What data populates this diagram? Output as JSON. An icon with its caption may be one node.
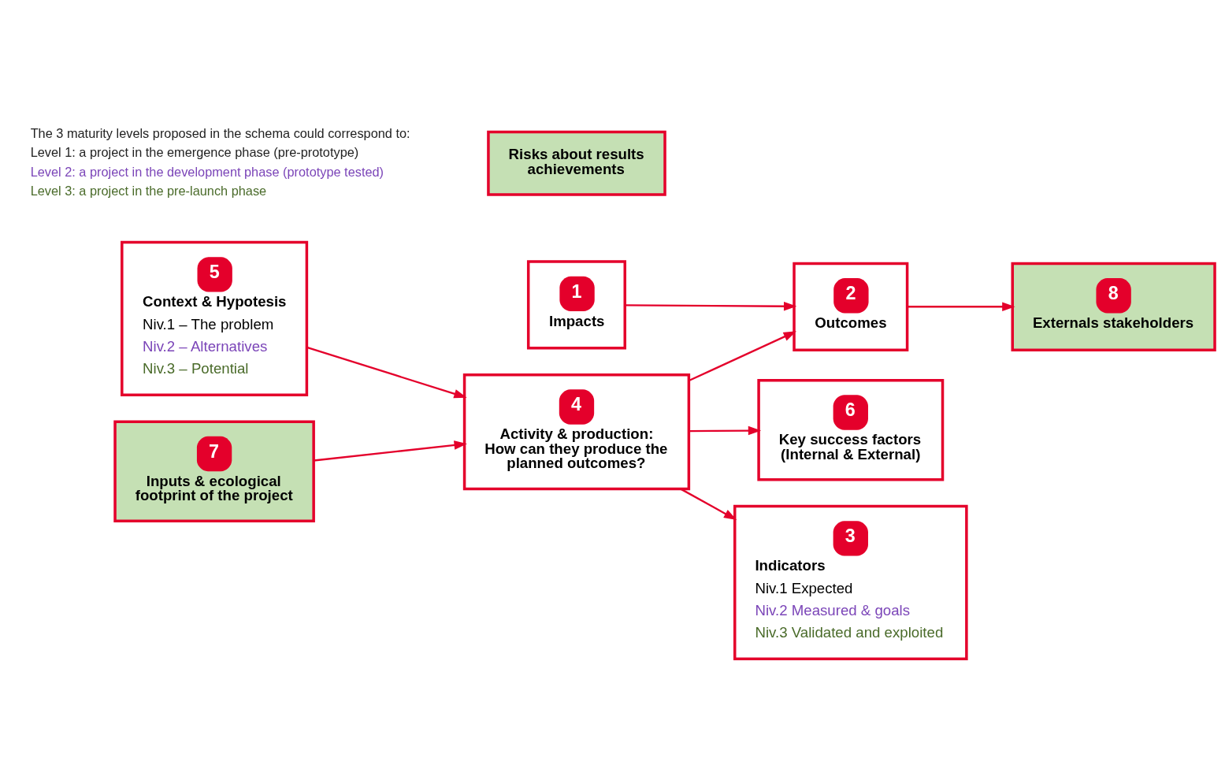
{
  "diagram": {
    "nodes": [
      {
        "text": [
          "1",
          "Impacts"
        ]
      },
      {
        "text": [
          "2",
          "Outcomes"
        ]
      },
      {
        "text": [
          "5",
          "Context & Hypotesis",
          "Niv.1 – The problem",
          "Niv.2 – Alternatives",
          "Niv.3 – Potential"
        ]
      },
      {
        "text": [
          "4",
          "Activity & production: How can they produce the planned outcomes?"
        ]
      },
      {
        "text": [
          "7",
          "Inputs & ecological footprint of the project"
        ]
      },
      {
        "text": [
          "6",
          "Key success factors (Internal & External)"
        ]
      },
      {
        "text": [
          "8",
          "Externals stakeholders"
        ]
      },
      {
        "text": [
          "3",
          "Indicators",
          "Niv.1 Expected",
          "Niv.2 Measured & goals",
          "Niv.3 Validated and exploited"
        ]
      },
      {
        "text": [
          "Risks about results achievements"
        ]
      }
    ],
    "edges": [
      {
        "from": 0,
        "to": 1,
        "arrow": "to"
      },
      {
        "from": 2,
        "to": 3,
        "arrow": "to"
      },
      {
        "from": 4,
        "to": 3,
        "arrow": "to"
      },
      {
        "from": 3,
        "to": 1,
        "arrow": "to"
      },
      {
        "from": 3,
        "to": 5,
        "arrow": "to"
      },
      {
        "from": 3,
        "to": 7,
        "arrow": "to"
      },
      {
        "from": 1,
        "to": 6,
        "arrow": "to"
      }
    ],
    "labels": [
      "The 3 maturity levels proposed in the schema could correspond to:",
      "Level 1: a project in the emergence phase (pre-prototype)",
      "Level 2: a project in the development phase (prototype tested)",
      "Level 3: a project in the pre-launch phase"
    ]
  }
}
